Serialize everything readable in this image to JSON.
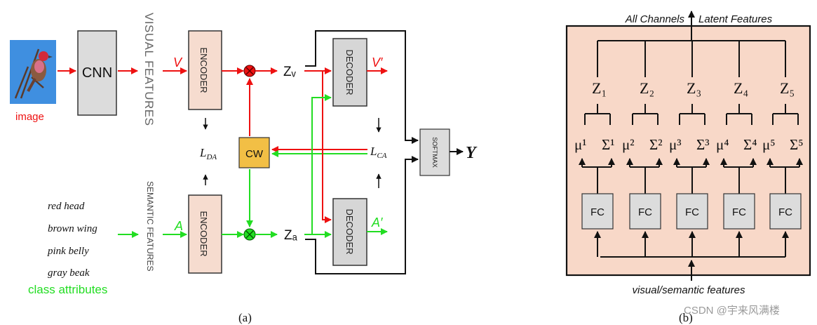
{
  "panel_a": {
    "image_label": "image",
    "cnn": "CNN",
    "visual_features": "VISUAL FEATURES",
    "semantic_features": "SEMANTIC FEATURES",
    "encoder_top": "ENCODER",
    "encoder_bottom": "ENCODER",
    "decoder_top": "DECODER",
    "decoder_bottom": "DECODER",
    "v": "V",
    "a": "A",
    "v_prime": "V′",
    "a_prime": "A′",
    "z_v": "Zᵥ",
    "z_a": "Zₐ",
    "cw": "CW",
    "l_da_main": "L",
    "l_da_sub": "DA",
    "l_ca_main": "L",
    "l_ca_sub": "CA",
    "softmax": "SOFTMAX",
    "y": "Y",
    "attributes": [
      "red head",
      "brown wing",
      "pink belly",
      "gray beak"
    ],
    "class_attributes": "class attributes",
    "caption": "(a)"
  },
  "panel_b": {
    "top_left": "All Channels",
    "top_right": "Latent Features",
    "bottom": "visual/semantic features",
    "caption": "(b)",
    "columns": [
      {
        "z": "Z₁",
        "mu": "μ¹",
        "sigma": "Σ¹",
        "fc": "FC"
      },
      {
        "z": "Z₂",
        "mu": "μ²",
        "sigma": "Σ²",
        "fc": "FC"
      },
      {
        "z": "Z₃",
        "mu": "μ³",
        "sigma": "Σ³",
        "fc": "FC"
      },
      {
        "z": "Z₄",
        "mu": "μ⁴",
        "sigma": "Σ⁴",
        "fc": "FC"
      },
      {
        "z": "Z₅",
        "mu": "μ⁵",
        "sigma": "Σ⁵",
        "fc": "FC"
      }
    ]
  },
  "watermark": "CSDN @宇来风满楼",
  "colors": {
    "red": "#ee1111",
    "green": "#22dd22",
    "encoder_fill": "#f6dccf",
    "decoder_fill": "#d6d6d6",
    "cw_fill": "#f2bf45",
    "panel_b_fill": "#f8d8c8"
  }
}
